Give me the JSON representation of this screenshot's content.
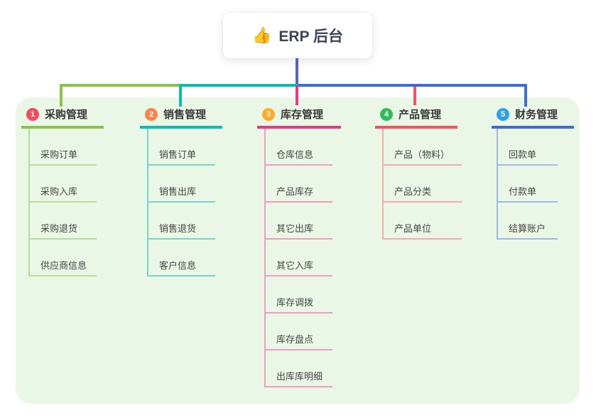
{
  "root": {
    "emoji": "👍",
    "title": "ERP 后台"
  },
  "connector_colors": {
    "root_drop": "#5364cf",
    "branch_1": "#8bc34a",
    "branch_2": "#0abdb2",
    "branch_3": "#e23c85",
    "branch_4": "#f4525e",
    "branch_5": "#3f6bd8"
  },
  "panel_background": "#ebf7e6",
  "branches": [
    {
      "index": "1",
      "label": "采购管理",
      "badge_color": "#f24b60",
      "line_color": "#8bc34a",
      "sub_line_color": "#b9dc96",
      "items": [
        "采购订单",
        "采购入库",
        "采购退货",
        "供应商信息"
      ]
    },
    {
      "index": "2",
      "label": "销售管理",
      "badge_color": "#f9854a",
      "line_color": "#0abdb2",
      "sub_line_color": "#79d5cc",
      "items": [
        "销售订单",
        "销售出库",
        "销售退货",
        "客户信息"
      ]
    },
    {
      "index": "3",
      "label": "库存管理",
      "badge_color": "#ffab26",
      "line_color": "#e23c85",
      "sub_line_color": "#f29cc4",
      "items": [
        "仓库信息",
        "产品库存",
        "其它出库",
        "其它入库",
        "库存调拨",
        "库存盘点",
        "出库库明细"
      ]
    },
    {
      "index": "4",
      "label": "产品管理",
      "badge_color": "#2ebd5c",
      "line_color": "#f4525e",
      "sub_line_color": "#f8a9ae",
      "items": [
        "产品（物料）",
        "产品分类",
        "产品单位"
      ]
    },
    {
      "index": "5",
      "label": "财务管理",
      "badge_color": "#2ba2e9",
      "line_color": "#3f6bd8",
      "sub_line_color": "#a2b8e8",
      "items": [
        "回款单",
        "付款单",
        "结算账户"
      ]
    }
  ]
}
